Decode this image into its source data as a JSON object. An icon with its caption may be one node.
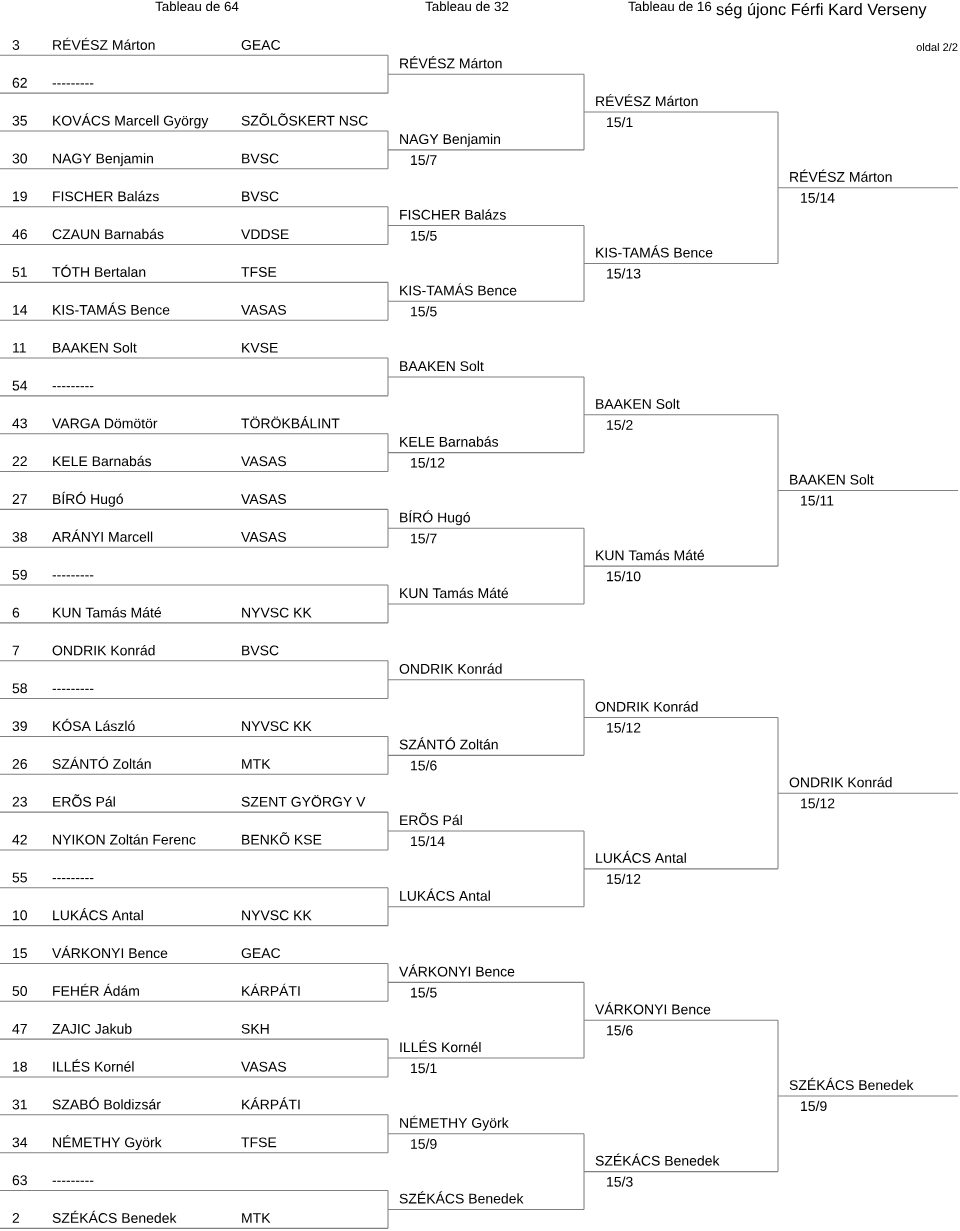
{
  "diagram": {
    "title": "ség újonc Férfi Kard Verseny",
    "nodes": [
      {
        "text": [
          "3",
          "RÉVÉSZ Márton",
          "GEAC"
        ]
      },
      {
        "text": [
          "62",
          "---------"
        ]
      },
      {
        "text": [
          "35",
          "KOVÁCS Marcell György",
          "SZÕLÕSKERT NSC"
        ]
      },
      {
        "text": [
          "30",
          "NAGY Benjamin",
          "BVSC"
        ]
      },
      {
        "text": [
          "19",
          "FISCHER Balázs",
          "BVSC"
        ]
      },
      {
        "text": [
          "46",
          "CZAUN Barnabás",
          "VDDSE"
        ]
      },
      {
        "text": [
          "51",
          "TÓTH Bertalan",
          "TFSE"
        ]
      },
      {
        "text": [
          "14",
          "KIS-TAMÁS Bence",
          "VASAS"
        ]
      },
      {
        "text": [
          "11",
          "BAAKEN Solt",
          "KVSE"
        ]
      },
      {
        "text": [
          "54",
          "---------"
        ]
      },
      {
        "text": [
          "43",
          "VARGA Dömötör",
          "TÖRÖKBÁLINT"
        ]
      },
      {
        "text": [
          "22",
          "KELE Barnabás",
          "VASAS"
        ]
      },
      {
        "text": [
          "27",
          "BÍRÓ Hugó",
          "VASAS"
        ]
      },
      {
        "text": [
          "38",
          "ARÁNYI Marcell",
          "VASAS"
        ]
      },
      {
        "text": [
          "59",
          "---------"
        ]
      },
      {
        "text": [
          "6",
          "KUN Tamás Máté",
          "NYVSC KK"
        ]
      },
      {
        "text": [
          "7",
          "ONDRIK Konrád",
          "BVSC"
        ]
      },
      {
        "text": [
          "58",
          "---------"
        ]
      },
      {
        "text": [
          "39",
          "KÓSA László",
          "NYVSC KK"
        ]
      },
      {
        "text": [
          "26",
          "SZÁNTÓ Zoltán",
          "MTK"
        ]
      },
      {
        "text": [
          "23",
          "ERÕS Pál",
          "SZENT GYÖRGY V"
        ]
      },
      {
        "text": [
          "42",
          "NYIKON Zoltán Ferenc",
          "BENKÕ KSE"
        ]
      },
      {
        "text": [
          "55",
          "---------"
        ]
      },
      {
        "text": [
          "10",
          "LUKÁCS Antal",
          "NYVSC KK"
        ]
      },
      {
        "text": [
          "15",
          "VÁRKONYI Bence",
          "GEAC"
        ]
      },
      {
        "text": [
          "50",
          "FEHÉR Ádám",
          "KÁRPÁTI"
        ]
      },
      {
        "text": [
          "47",
          "ZAJIC Jakub",
          "SKH"
        ]
      },
      {
        "text": [
          "18",
          "ILLÉS Kornél",
          "VASAS"
        ]
      },
      {
        "text": [
          "31",
          "SZABÓ Boldizsár",
          "KÁRPÁTI"
        ]
      },
      {
        "text": [
          "34",
          "NÉMETHY Györk",
          "TFSE"
        ]
      },
      {
        "text": [
          "63",
          "---------"
        ]
      },
      {
        "text": [
          "2",
          "SZÉKÁCS Benedek",
          "MTK"
        ]
      },
      {
        "text": [
          "RÉVÉSZ Márton"
        ]
      },
      {
        "text": [
          "NAGY Benjamin",
          "15/7"
        ]
      },
      {
        "text": [
          "FISCHER Balázs",
          "15/5"
        ]
      },
      {
        "text": [
          "KIS-TAMÁS Bence",
          "15/5"
        ]
      },
      {
        "text": [
          "BAAKEN Solt"
        ]
      },
      {
        "text": [
          "KELE Barnabás",
          "15/12"
        ]
      },
      {
        "text": [
          "BÍRÓ Hugó",
          "15/7"
        ]
      },
      {
        "text": [
          "KUN Tamás Máté"
        ]
      },
      {
        "text": [
          "ONDRIK Konrád"
        ]
      },
      {
        "text": [
          "SZÁNTÓ Zoltán",
          "15/6"
        ]
      },
      {
        "text": [
          "ERÕS Pál",
          "15/14"
        ]
      },
      {
        "text": [
          "LUKÁCS Antal"
        ]
      },
      {
        "text": [
          "VÁRKONYI Bence",
          "15/5"
        ]
      },
      {
        "text": [
          "ILLÉS Kornél",
          "15/1"
        ]
      },
      {
        "text": [
          "NÉMETHY Györk",
          "15/9"
        ]
      },
      {
        "text": [
          "SZÉKÁCS Benedek"
        ]
      },
      {
        "text": [
          "RÉVÉSZ Márton",
          "15/1"
        ]
      },
      {
        "text": [
          "KIS-TAMÁS Bence",
          "15/13"
        ]
      },
      {
        "text": [
          "BAAKEN Solt",
          "15/2"
        ]
      },
      {
        "text": [
          "KUN Tamás Máté",
          "15/10"
        ]
      },
      {
        "text": [
          "ONDRIK Konrád",
          "15/12"
        ]
      },
      {
        "text": [
          "LUKÁCS Antal",
          "15/12"
        ]
      },
      {
        "text": [
          "VÁRKONYI Bence",
          "15/6"
        ]
      },
      {
        "text": [
          "SZÉKÁCS Benedek",
          "15/3"
        ]
      },
      {
        "text": [
          "RÉVÉSZ Márton",
          "15/14"
        ]
      },
      {
        "text": [
          "BAAKEN Solt",
          "15/11"
        ]
      },
      {
        "text": [
          "ONDRIK Konrád",
          "15/12"
        ]
      },
      {
        "text": [
          "SZÉKÁCS Benedek",
          "15/9"
        ]
      }
    ],
    "edges": [
      {
        "from": 0,
        "to": 32,
        "arrow": "none"
      },
      {
        "from": 1,
        "to": 32,
        "arrow": "none"
      },
      {
        "from": 2,
        "to": 33,
        "arrow": "none"
      },
      {
        "from": 3,
        "to": 33,
        "arrow": "none"
      },
      {
        "from": 4,
        "to": 34,
        "arrow": "none"
      },
      {
        "from": 5,
        "to": 34,
        "arrow": "none"
      },
      {
        "from": 6,
        "to": 35,
        "arrow": "none"
      },
      {
        "from": 7,
        "to": 35,
        "arrow": "none"
      },
      {
        "from": 8,
        "to": 36,
        "arrow": "none"
      },
      {
        "from": 9,
        "to": 36,
        "arrow": "none"
      },
      {
        "from": 10,
        "to": 37,
        "arrow": "none"
      },
      {
        "from": 11,
        "to": 37,
        "arrow": "none"
      },
      {
        "from": 12,
        "to": 38,
        "arrow": "none"
      },
      {
        "from": 13,
        "to": 38,
        "arrow": "none"
      },
      {
        "from": 14,
        "to": 39,
        "arrow": "none"
      },
      {
        "from": 15,
        "to": 39,
        "arrow": "none"
      },
      {
        "from": 16,
        "to": 40,
        "arrow": "none"
      },
      {
        "from": 17,
        "to": 40,
        "arrow": "none"
      },
      {
        "from": 18,
        "to": 41,
        "arrow": "none"
      },
      {
        "from": 19,
        "to": 41,
        "arrow": "none"
      },
      {
        "from": 20,
        "to": 42,
        "arrow": "none"
      },
      {
        "from": 21,
        "to": 42,
        "arrow": "none"
      },
      {
        "from": 22,
        "to": 43,
        "arrow": "none"
      },
      {
        "from": 23,
        "to": 43,
        "arrow": "none"
      },
      {
        "from": 24,
        "to": 44,
        "arrow": "none"
      },
      {
        "from": 25,
        "to": 44,
        "arrow": "none"
      },
      {
        "from": 26,
        "to": 45,
        "arrow": "none"
      },
      {
        "from": 27,
        "to": 45,
        "arrow": "none"
      },
      {
        "from": 28,
        "to": 46,
        "arrow": "none"
      },
      {
        "from": 29,
        "to": 46,
        "arrow": "none"
      },
      {
        "from": 30,
        "to": 47,
        "arrow": "none"
      },
      {
        "from": 31,
        "to": 47,
        "arrow": "none"
      },
      {
        "from": 32,
        "to": 48,
        "arrow": "none"
      },
      {
        "from": 33,
        "to": 48,
        "arrow": "none"
      },
      {
        "from": 34,
        "to": 49,
        "arrow": "none"
      },
      {
        "from": 35,
        "to": 49,
        "arrow": "none"
      },
      {
        "from": 36,
        "to": 50,
        "arrow": "none"
      },
      {
        "from": 37,
        "to": 50,
        "arrow": "none"
      },
      {
        "from": 38,
        "to": 51,
        "arrow": "none"
      },
      {
        "from": 39,
        "to": 51,
        "arrow": "none"
      },
      {
        "from": 40,
        "to": 52,
        "arrow": "none"
      },
      {
        "from": 41,
        "to": 52,
        "arrow": "none"
      },
      {
        "from": 42,
        "to": 53,
        "arrow": "none"
      },
      {
        "from": 43,
        "to": 53,
        "arrow": "none"
      },
      {
        "from": 44,
        "to": 54,
        "arrow": "none"
      },
      {
        "from": 45,
        "to": 54,
        "arrow": "none"
      },
      {
        "from": 46,
        "to": 55,
        "arrow": "none"
      },
      {
        "from": 47,
        "to": 55,
        "arrow": "none"
      },
      {
        "from": 48,
        "to": 56,
        "arrow": "none"
      },
      {
        "from": 49,
        "to": 56,
        "arrow": "none"
      },
      {
        "from": 50,
        "to": 57,
        "arrow": "none"
      },
      {
        "from": 51,
        "to": 57,
        "arrow": "none"
      },
      {
        "from": 52,
        "to": 58,
        "arrow": "none"
      },
      {
        "from": 53,
        "to": 58,
        "arrow": "none"
      },
      {
        "from": 54,
        "to": 59,
        "arrow": "none"
      },
      {
        "from": 55,
        "to": 59,
        "arrow": "none"
      }
    ],
    "labels": [
      "Tableau de 64",
      "Tableau de 32",
      "Tableau de 16",
      "oldal 2/2"
    ]
  }
}
